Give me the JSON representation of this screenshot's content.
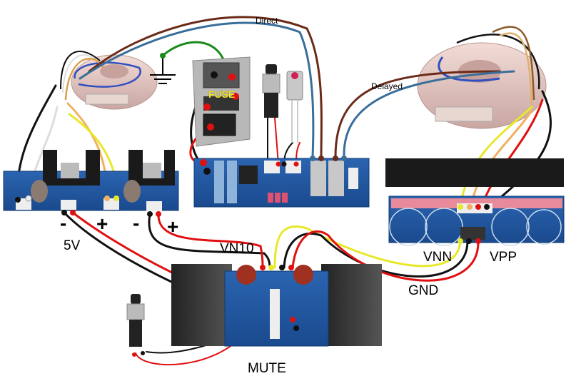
{
  "diagram": {
    "title": "Class-D amplifier wiring diagram",
    "labels": {
      "direct": "Direct",
      "delayed": "Delayed",
      "fuse": "FUSE",
      "v5": "5V",
      "minus_left": "-",
      "plus_left": "+",
      "minus_right": "-",
      "plus_right": "+",
      "vn10": "VN10",
      "vnn": "VNN",
      "vpp": "VPP",
      "gnd": "GND",
      "mute": "MUTE"
    },
    "components": [
      {
        "id": "small-transformer",
        "name": "Small toroidal transformer"
      },
      {
        "id": "large-transformer",
        "name": "Large toroidal transformer"
      },
      {
        "id": "iec-inlet",
        "name": "IEC power inlet with fuse and switch"
      },
      {
        "id": "earth-ground",
        "name": "Earth ground"
      },
      {
        "id": "power-push-button",
        "name": "Push button"
      },
      {
        "id": "indicator-led",
        "name": "Indicator LED"
      },
      {
        "id": "soft-start-board",
        "name": "Soft-start / delay relay board"
      },
      {
        "id": "regulator-board",
        "name": "Dual regulator board"
      },
      {
        "id": "psu-board",
        "name": "Main PSU capacitor board"
      },
      {
        "id": "amp-board",
        "name": "Amplifier board with heatsinks"
      },
      {
        "id": "mute-button",
        "name": "Mute push button"
      }
    ],
    "wire_colors": {
      "black": "#111111",
      "red": "#e01010",
      "yellow": "#e8e82a",
      "orange": "#f0b060",
      "brown": "#6b2a18",
      "blue": "#3a6e9a",
      "green": "#1a8a1a",
      "white": "#dddddd"
    }
  }
}
